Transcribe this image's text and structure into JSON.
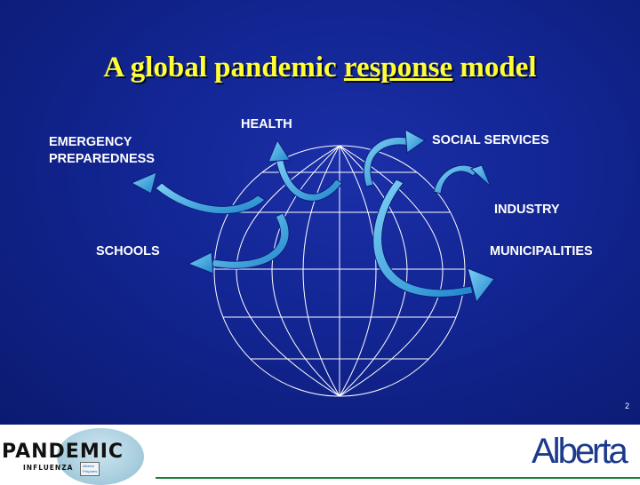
{
  "slide": {
    "title_pre": "A global pandemic ",
    "title_underlined": "response",
    "title_post": " model",
    "slide_number": "2"
  },
  "labels": {
    "health": "HEALTH",
    "emergency_line1": "EMERGENCY",
    "emergency_line2": "PREPAREDNESS",
    "schools": "SCHOOLS",
    "social_services": "SOCIAL SERVICES",
    "industry": "INDUSTRY",
    "municipalities": "MUNICIPALITIES"
  },
  "footer": {
    "pandemic_word": "PANDEMIC",
    "influenza_word": "INFLUENZA",
    "prepares_line1": "Alberta",
    "prepares_line2": "Prepares",
    "alberta_word": "Alberta"
  },
  "colors": {
    "background": "#122592",
    "title": "#ffff33",
    "globe_lines": "#ffffff",
    "arrow_fill": "#39a7e0",
    "footer_line": "#1a7d3a",
    "alberta_blue": "#1b3a8c"
  },
  "icons": {
    "globe": "globe-icon",
    "arrows": "curved-arrow-icon"
  }
}
